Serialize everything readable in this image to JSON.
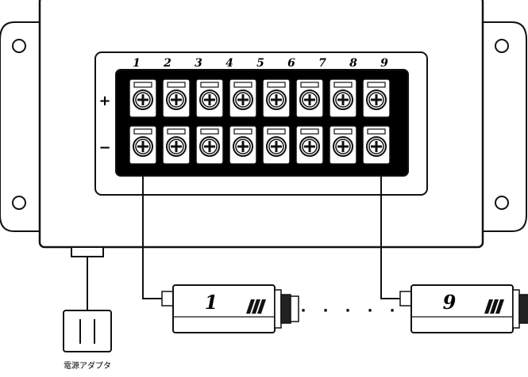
{
  "terminal_numbers": [
    "1",
    "2",
    "3",
    "4",
    "5",
    "6",
    "7",
    "8",
    "9"
  ],
  "polarity": {
    "plus": "+",
    "minus": "−"
  },
  "cameras": [
    {
      "number": "1"
    },
    {
      "number": "9"
    }
  ],
  "ellipsis_dots": [
    "·",
    "·",
    "·",
    "·",
    "·"
  ],
  "adapter_label": "電源アダプタ",
  "colors": {
    "line": "#111111",
    "panel": "#ffffff",
    "screw_fill": "#ffffff",
    "strip_fill": "#000000"
  },
  "icons": [
    "phillips-screw-icon",
    "camera-badge-icon",
    "power-plug-icon"
  ]
}
